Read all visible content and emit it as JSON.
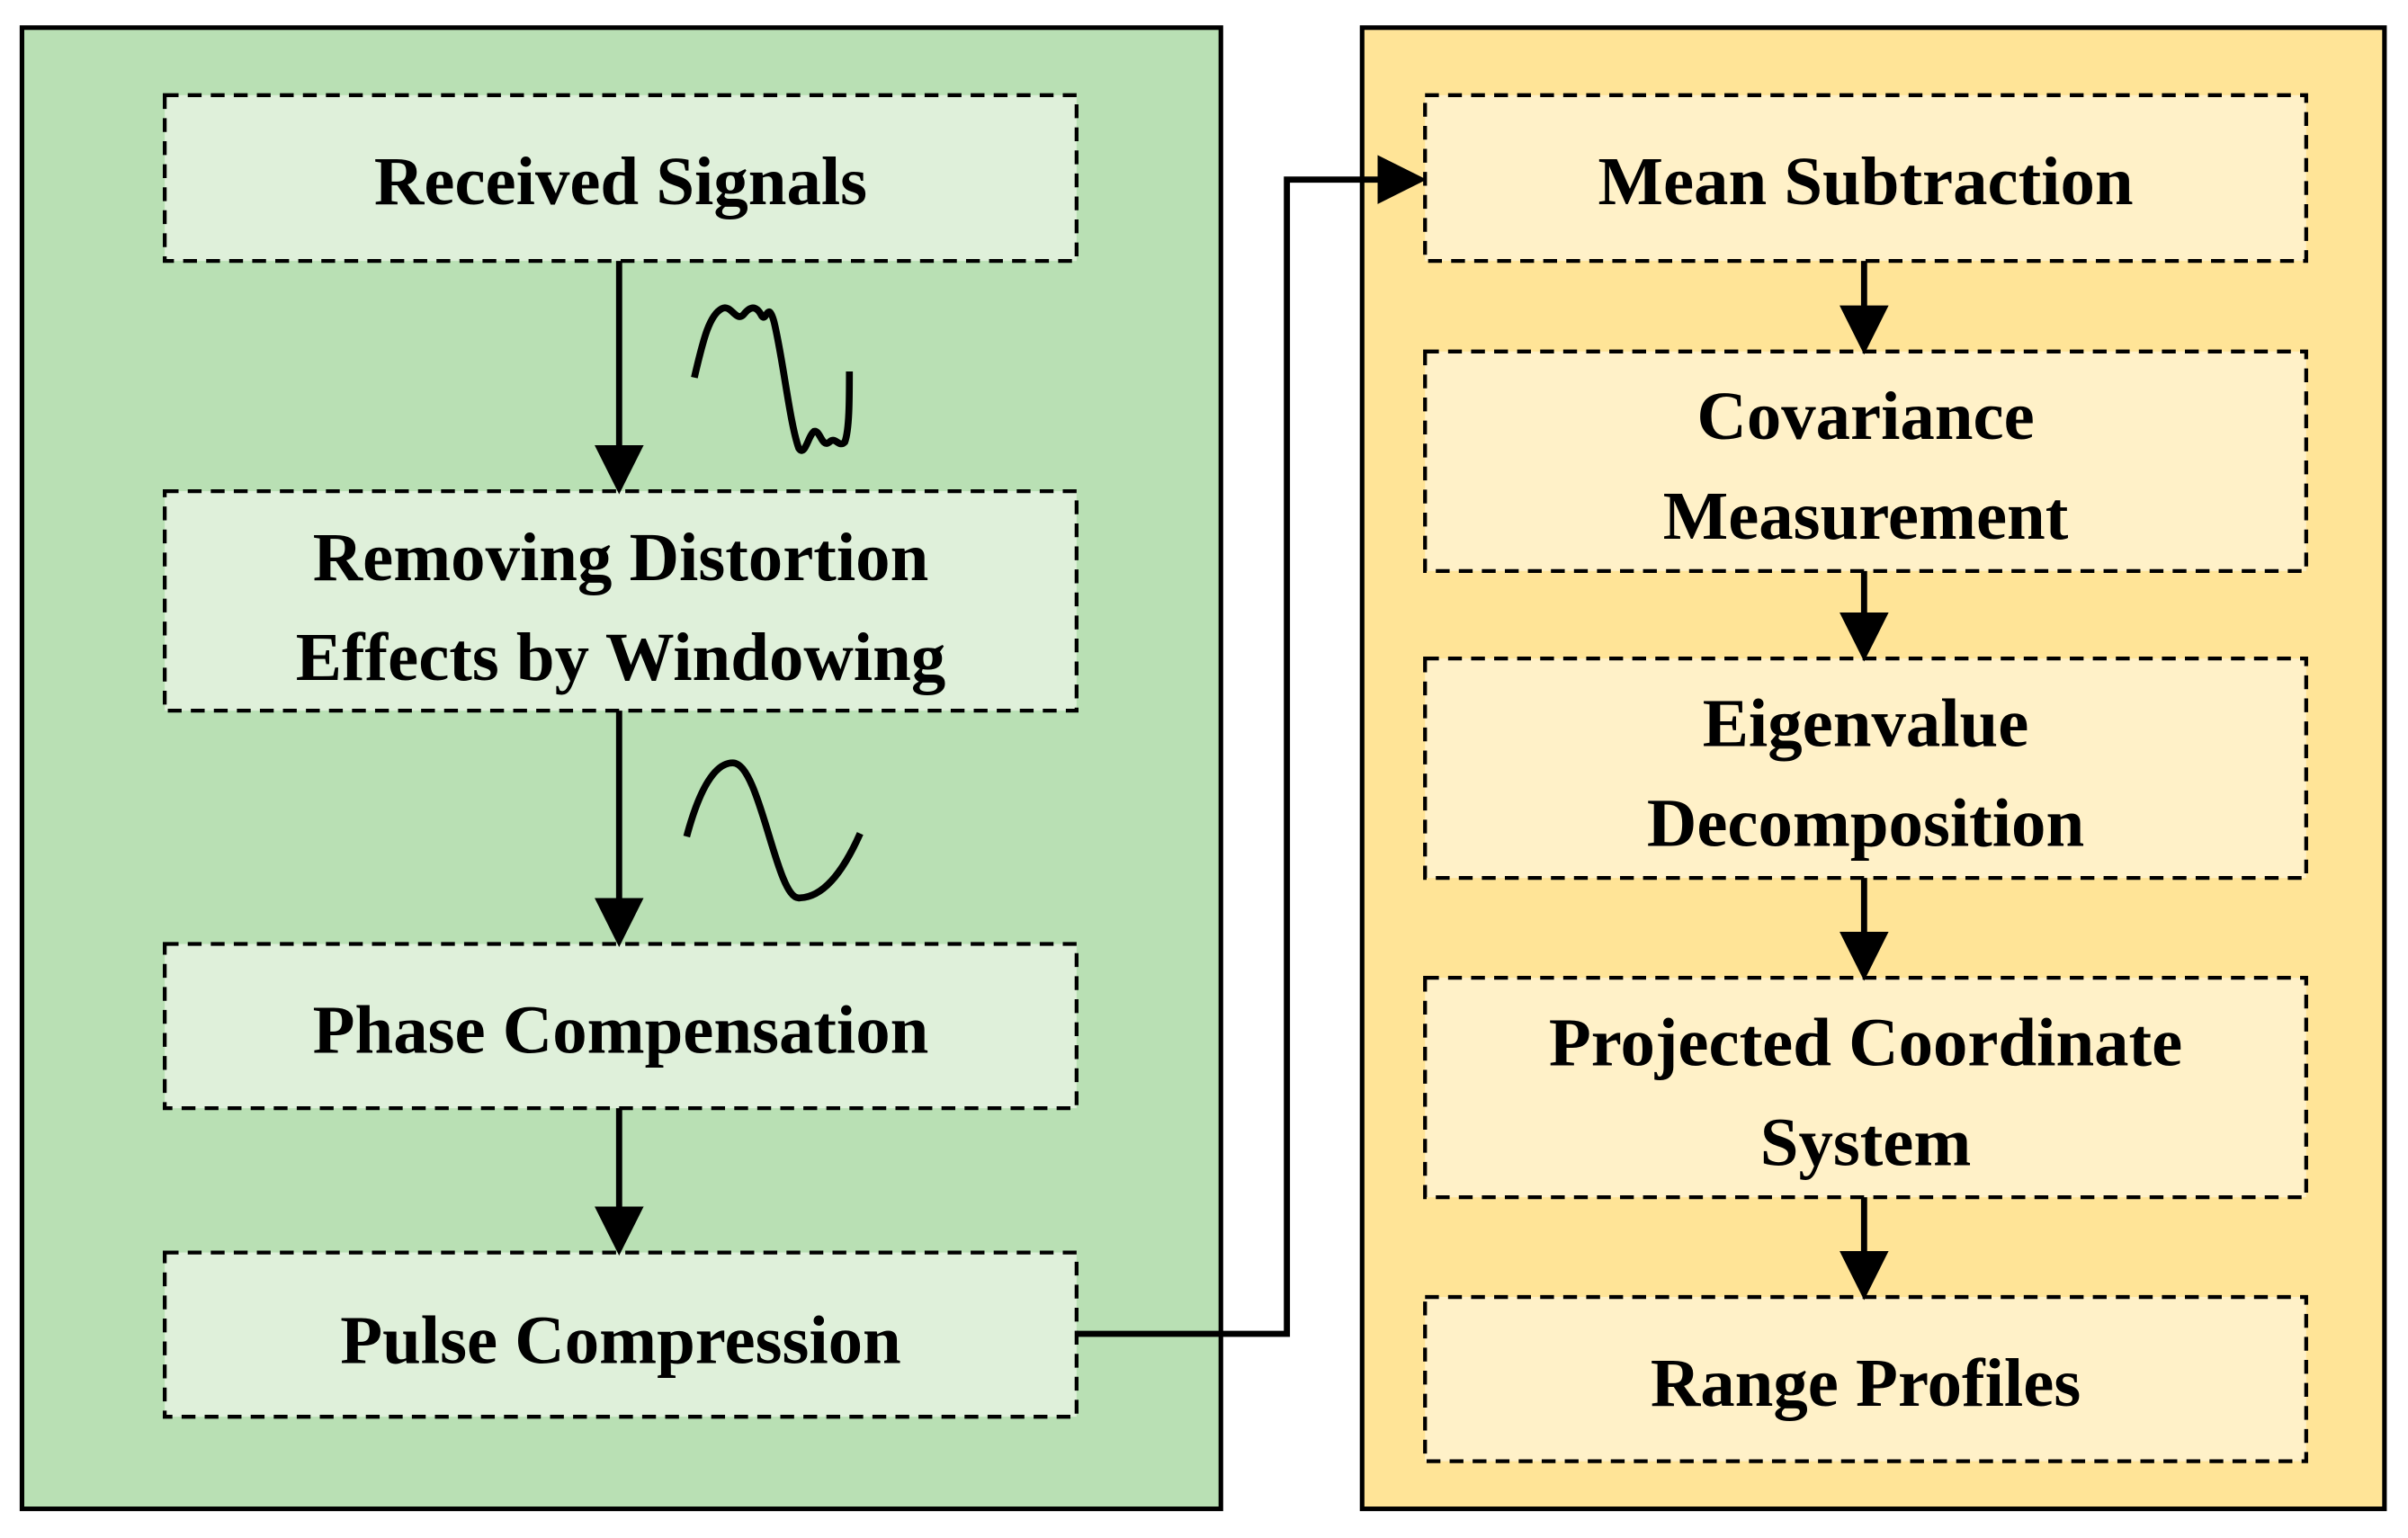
{
  "left_panel": {
    "color": "#b9e0b4",
    "steps": [
      {
        "lines": [
          "Received Signals"
        ]
      },
      {
        "lines": [
          "Removing Distortion",
          "Effects by Windowing"
        ]
      },
      {
        "lines": [
          "Phase Compensation"
        ]
      },
      {
        "lines": [
          "Pulse Compression"
        ]
      }
    ],
    "icons": [
      "distorted-waveform-icon",
      "sine-waveform-icon"
    ]
  },
  "right_panel": {
    "color": "#ffe497",
    "steps": [
      {
        "lines": [
          "Mean Subtraction"
        ]
      },
      {
        "lines": [
          "Covariance",
          "Measurement"
        ]
      },
      {
        "lines": [
          "Eigenvalue",
          "Decomposition"
        ]
      },
      {
        "lines": [
          "Projected Coordinate",
          "System"
        ]
      },
      {
        "lines": [
          "Range Profiles"
        ]
      }
    ]
  }
}
